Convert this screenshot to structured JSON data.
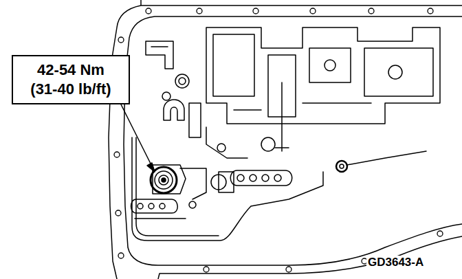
{
  "diagram": {
    "nodes": [
      {
        "text": [
          "42-54 Nm",
          "(31-40 lb/ft)"
        ]
      }
    ],
    "labels": [
      "GD3643-A"
    ]
  }
}
